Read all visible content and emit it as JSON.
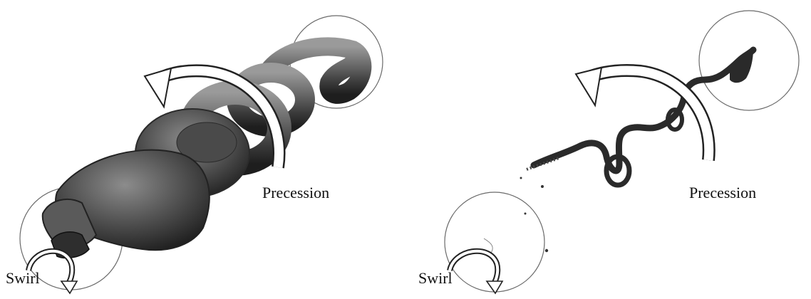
{
  "figure": {
    "left_panel": {
      "precession_label": "Precession",
      "swirl_label": "Swirl"
    },
    "right_panel": {
      "precession_label": "Precession",
      "swirl_label": "Swirl"
    }
  },
  "colors": {
    "vortex_dark": "#2a2a2a",
    "vortex_mid": "#6a6a6a",
    "vortex_light": "#b5b5b5",
    "outline": "#222222",
    "circle": "#555555",
    "background": "#ffffff"
  }
}
